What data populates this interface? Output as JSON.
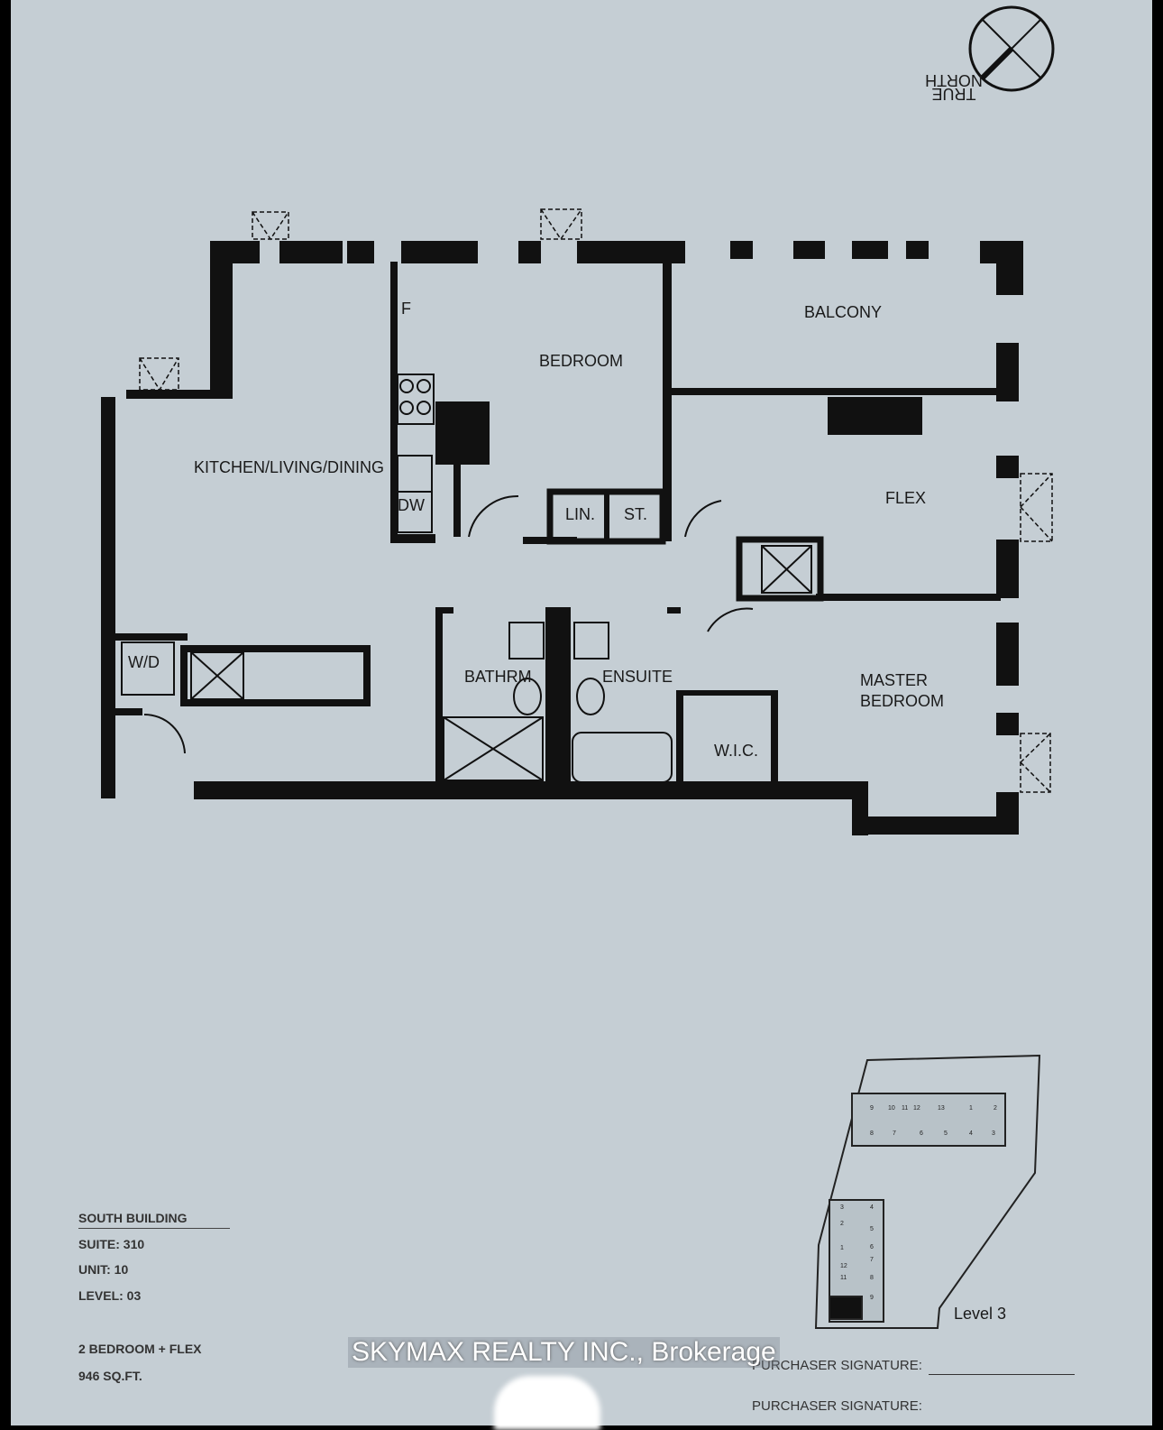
{
  "compass": {
    "label_line1": "TRUE",
    "label_line2": "NORTH"
  },
  "rooms": {
    "kitchen": "KITCHEN/LIVING/DINING",
    "bedroom": "BEDROOM",
    "balcony": "BALCONY",
    "flex": "FLEX",
    "master_line1": "MASTER",
    "master_line2": "BEDROOM",
    "bathroom": "BATHRM",
    "ensuite": "ENSUITE",
    "wic": "W.I.C.",
    "linen": "LIN.",
    "storage": "ST.",
    "washer_dryer": "W/D",
    "dishwasher": "DW",
    "fridge": "F"
  },
  "suite_info": {
    "building": "SOUTH BUILDING",
    "suite": "SUITE: 310",
    "unit": "UNIT: 10",
    "level": "LEVEL: 03",
    "type": "2 BEDROOM + FLEX",
    "area": "946 SQ.FT."
  },
  "key_plan": {
    "label": "Level 3",
    "north_units": [
      "9",
      "10",
      "11",
      "12",
      "13",
      "1",
      "2",
      "8",
      "7",
      "6",
      "5",
      "4",
      "3"
    ],
    "south_units": [
      "3",
      "4",
      "2",
      "5",
      "1",
      "6",
      "12",
      "7",
      "11",
      "8",
      "9"
    ]
  },
  "signatures": [
    "PURCHASER SIGNATURE:",
    "PURCHASER SIGNATURE:"
  ],
  "watermark": "SKYMAX REALTY INC., Brokerage",
  "colors": {
    "paper": "#c5ced4",
    "ink": "#111111"
  }
}
